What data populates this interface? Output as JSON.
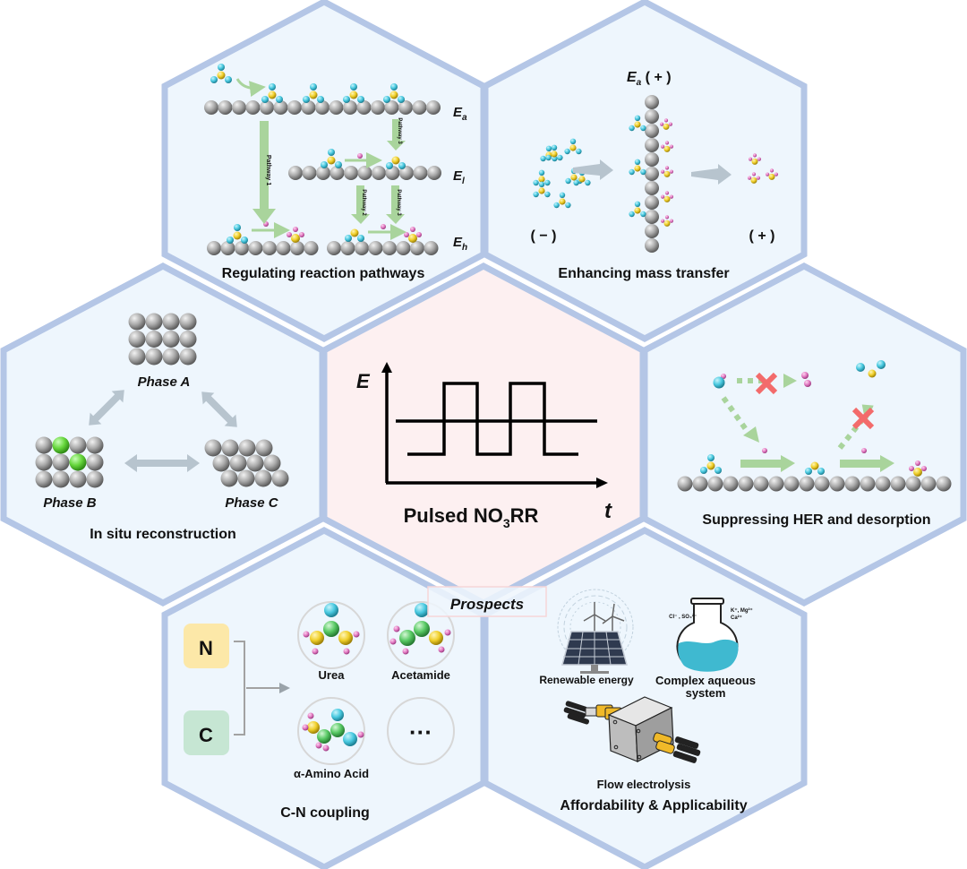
{
  "center": {
    "title_main": "Pulsed NO",
    "title_sub": "3",
    "title_tail": "RR",
    "axis_y": "E",
    "axis_x": "t"
  },
  "panels": {
    "pathways": {
      "title": "Regulating reaction pathways",
      "levels": [
        {
          "main": "E",
          "sub": "a"
        },
        {
          "main": "E",
          "sub": "l"
        },
        {
          "main": "E",
          "sub": "h"
        }
      ],
      "arrows": [
        "Pathway 1",
        "Pathway 2",
        "Pathway 3",
        "Pathway 3"
      ]
    },
    "mass_transfer": {
      "title": "Enhancing mass transfer",
      "electrode_label_main": "E",
      "electrode_label_sub": "a",
      "electrode_label_tail": " ( + )",
      "left_charge": "( − )",
      "right_charge": "( + )"
    },
    "reconstruction": {
      "title": "In situ reconstruction",
      "phases": [
        "Phase A",
        "Phase B",
        "Phase C"
      ]
    },
    "her": {
      "title": "Suppressing HER and desorption"
    },
    "cn_coupling": {
      "title": "C-N coupling",
      "inputs": [
        "N",
        "C"
      ],
      "products": [
        "Urea",
        "Acetamide",
        "α-Amino Acid",
        "···"
      ]
    },
    "prospects": {
      "banner": "Prospects",
      "title": "Affordability & Applicability",
      "items": [
        "Renewable energy",
        "Complex aqueous",
        "system",
        "Flow electrolysis"
      ],
      "ions_left": "Cl⁻ , SO₄²⁻",
      "ions_right_1": "K⁺, Mg²⁺",
      "ions_right_2": "Ca²⁺"
    }
  },
  "colors": {
    "hex_fill": "#eef6fd",
    "hex_center_fill": "#fdf0f1",
    "hex_border": "#b4c6e6",
    "atom_gray": "#a9a9a9",
    "atom_cyan": "#49c9e0",
    "atom_yellow": "#f0cf2a",
    "atom_pink": "#e47cc4",
    "atom_green": "#58c964",
    "arrow_green": "#a9d49c",
    "arrow_gray": "#b7c4ce",
    "cross_red": "#f36b6b"
  }
}
